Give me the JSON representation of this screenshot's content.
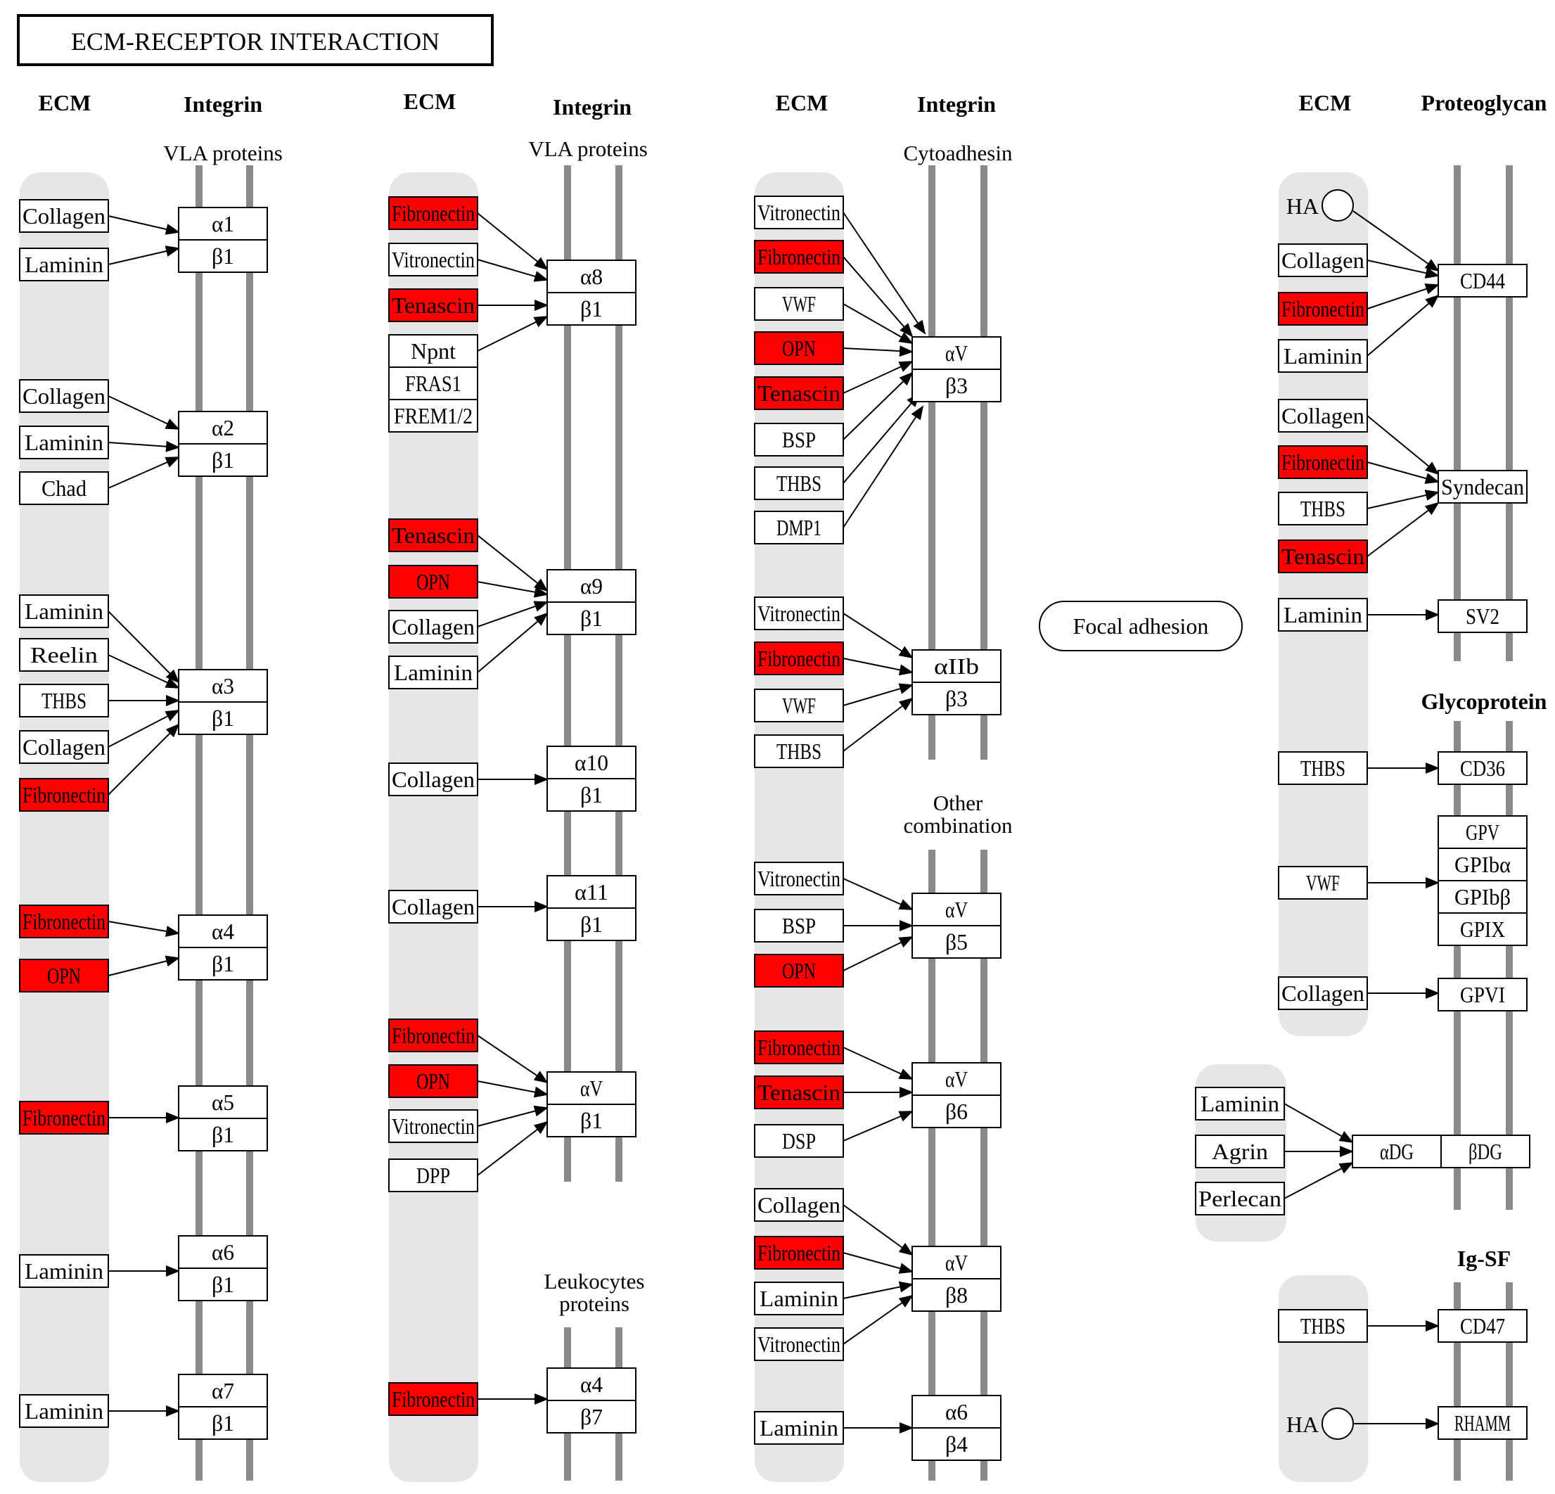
{
  "title": "ECM-RECEPTOR INTERACTION",
  "colors": {
    "highlight": "#ff0000",
    "normal": "#ffffff",
    "bar": "#e6e6e6",
    "rail": "#8a8a8a"
  },
  "headers": [
    "ECM",
    "Integrin",
    "ECM",
    "Integrin",
    "ECM",
    "Integrin",
    "ECM",
    "Proteoglycan",
    "Glycoprotein",
    "Ig-SF"
  ],
  "subheaders": [
    "VLA proteins",
    "VLA proteins",
    "Cytoadhesin",
    "Other combination",
    "Leukocytes proteins"
  ],
  "focal_adhesion": "Focal adhesion",
  "nodes": [
    "Collagen",
    "Laminin",
    "Collagen",
    "Laminin",
    "Chad",
    "Laminin",
    "Reelin",
    "THBS",
    "Collagen",
    "Fibronectin",
    "Fibronectin",
    "OPN",
    "Fibronectin",
    "Laminin",
    "Laminin",
    "α1",
    "β1",
    "α2",
    "β1",
    "α3",
    "β1",
    "α4",
    "β1",
    "α5",
    "β1",
    "α6",
    "β1",
    "α7",
    "β1",
    "Fibronectin",
    "Vitronectin",
    "Tenascin",
    "Npnt",
    "FRAS1",
    "FREM1/2",
    "Tenascin",
    "OPN",
    "Collagen",
    "Laminin",
    "Collagen",
    "Collagen",
    "Fibronectin",
    "OPN",
    "Vitronectin",
    "DPP",
    "Fibronectin",
    "α8",
    "β1",
    "α9",
    "β1",
    "α10",
    "β1",
    "α11",
    "β1",
    "αV",
    "β1",
    "α4",
    "β7",
    "Vitronectin",
    "Fibronectin",
    "VWF",
    "OPN",
    "Tenascin",
    "BSP",
    "THBS",
    "DMP1",
    "Vitronectin",
    "Fibronectin",
    "VWF",
    "THBS",
    "Vitronectin",
    "BSP",
    "OPN",
    "Fibronectin",
    "Tenascin",
    "DSP",
    "Collagen",
    "Fibronectin",
    "Laminin",
    "Vitronectin",
    "Laminin",
    "αV",
    "β3",
    "αIIb",
    "β3",
    "αV",
    "β5",
    "αV",
    "β6",
    "αV",
    "β8",
    "α6",
    "β4",
    "HA",
    "Collagen",
    "Fibronectin",
    "Laminin",
    "Collagen",
    "Fibronectin",
    "THBS",
    "Tenascin",
    "Laminin",
    "THBS",
    "VWF",
    "Collagen",
    "Laminin",
    "Agrin",
    "Perlecan",
    "THBS",
    "HA",
    "CD44",
    "Syndecan",
    "SV2",
    "CD36",
    "GPV",
    "GPIbα",
    "GPIbβ",
    "GPIX",
    "GPVI",
    "αDG",
    "βDG",
    "CD47",
    "RHAMM"
  ]
}
